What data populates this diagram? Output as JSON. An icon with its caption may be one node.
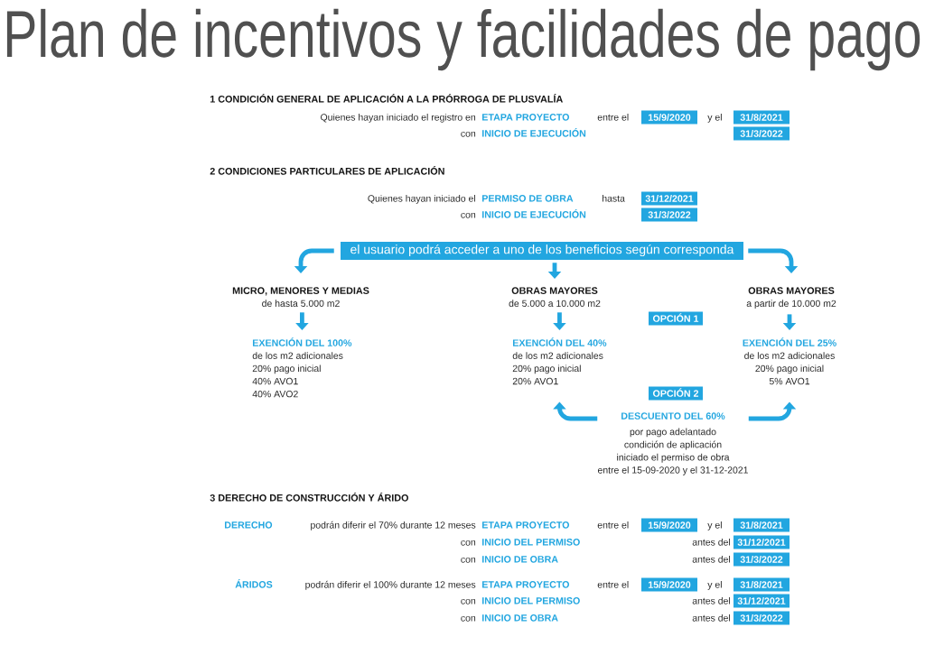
{
  "diagram": {
    "title": "Plan de incentivos y facilidades de pago",
    "nodes": [
      {
        "text": [
          "15/9/2020"
        ]
      },
      {
        "text": [
          "31/8/2021"
        ]
      },
      {
        "text": [
          "31/3/2022"
        ]
      },
      {
        "text": [
          "31/12/2021"
        ]
      },
      {
        "text": [
          "31/3/2022"
        ]
      },
      {
        "text": [
          "el usuario podrá acceder a uno de los beneficios según corresponda"
        ]
      },
      {
        "text": [
          "MICRO, MENORES Y MEDIAS",
          "de hasta 5.000 m2"
        ]
      },
      {
        "text": [
          "OBRAS MAYORES",
          "de 5.000 a 10.000 m2"
        ]
      },
      {
        "text": [
          "OBRAS MAYORES",
          "a partir de 10.000 m2"
        ]
      },
      {
        "text": [
          "OPCIÓN 1"
        ]
      },
      {
        "text": [
          "EXENCIÓN DEL 100%",
          "de los m2 adicionales",
          "20% pago inicial",
          "40% AVO1",
          "40% AVO2"
        ]
      },
      {
        "text": [
          "EXENCIÓN DEL 40%",
          "de los m2 adicionales",
          "20% pago inicial",
          "20% AVO1"
        ]
      },
      {
        "text": [
          "EXENCIÓN DEL 25%",
          "de los m2 adicionales",
          "20% pago inicial",
          "5% AVO1"
        ]
      },
      {
        "text": [
          "OPCIÓN 2"
        ]
      },
      {
        "text": [
          "DESCUENTO DEL 60%",
          "por pago adelantado",
          "condición de aplicación",
          "iniciado el permiso de obra",
          "entre el 15-09-2020 y el 31-12-2021"
        ]
      },
      {
        "text": [
          "15/9/2020"
        ]
      },
      {
        "text": [
          "31/8/2021"
        ]
      },
      {
        "text": [
          "31/12/2021"
        ]
      },
      {
        "text": [
          "31/3/2022"
        ]
      },
      {
        "text": [
          "15/9/2020"
        ]
      },
      {
        "text": [
          "31/8/2021"
        ]
      },
      {
        "text": [
          "31/12/2021"
        ]
      },
      {
        "text": [
          "31/3/2022"
        ]
      }
    ],
    "edges": [
      {
        "from": 5,
        "to": 6,
        "arrow": "to"
      },
      {
        "from": 5,
        "to": 7,
        "arrow": "to"
      },
      {
        "from": 5,
        "to": 8,
        "arrow": "to"
      },
      {
        "from": 6,
        "to": 10,
        "arrow": "to"
      },
      {
        "from": 7,
        "to": 11,
        "arrow": "to"
      },
      {
        "from": 8,
        "to": 12,
        "arrow": "to"
      },
      {
        "from": 14,
        "to": 11,
        "arrow": "to"
      },
      {
        "from": 14,
        "to": 12,
        "arrow": "to"
      }
    ],
    "labels": [
      "1 CONDICIÓN GENERAL DE APLICACIÓN A LA PRÓRROGA DE PLUSVALÍA",
      "Quienes hayan iniciado el registro en",
      "ETAPA PROYECTO",
      "entre el",
      "y el",
      "con",
      "INICIO DE EJECUCIÓN",
      "2 CONDICIONES PARTICULARES DE APLICACIÓN",
      "Quienes hayan iniciado el",
      "PERMISO DE OBRA",
      "hasta",
      "con",
      "INICIO DE EJECUCIÓN",
      "3 DERECHO DE CONSTRUCCIÓN Y ÁRIDO",
      "DERECHO",
      "podrán diferir el 70% durante 12 meses",
      "ETAPA PROYECTO",
      "entre el",
      "y el",
      "con",
      "INICIO DEL PERMISO",
      "antes del",
      "con",
      "INICIO DE OBRA",
      "antes del",
      "ÁRIDOS",
      "podrán diferir el 100% durante 12 meses",
      "ETAPA PROYECTO",
      "entre el",
      "y el",
      "con",
      "INICIO DEL PERMISO",
      "antes del",
      "con",
      "INICIO DE OBRA",
      "antes del"
    ]
  }
}
